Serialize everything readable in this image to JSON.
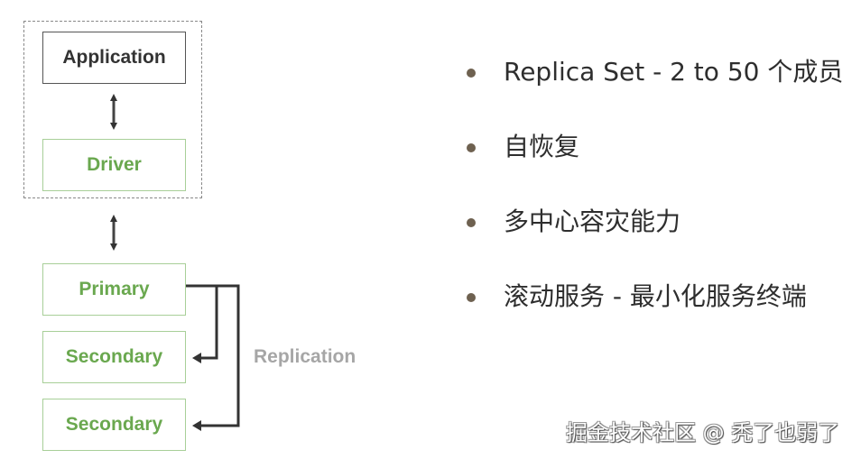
{
  "diagram": {
    "nodes": {
      "application": "Application",
      "driver": "Driver",
      "primary": "Primary",
      "secondary_1": "Secondary",
      "secondary_2": "Secondary"
    },
    "edge_label": "Replication",
    "colors": {
      "green_text": "#6aa84f",
      "green_border": "#a8cf98",
      "dark_border": "#555555",
      "arrow": "#333333",
      "label_gray": "#a6a6a6",
      "bullet": "#6e6150"
    }
  },
  "bullets": [
    {
      "text": "Replica Set - 2 to 50 个成员"
    },
    {
      "text": "自恢复"
    },
    {
      "text": "多中心容灾能力"
    },
    {
      "text": "滚动服务 - 最小化服务终端"
    }
  ],
  "watermark": "掘金技术社区 @ 秃了也弱了"
}
